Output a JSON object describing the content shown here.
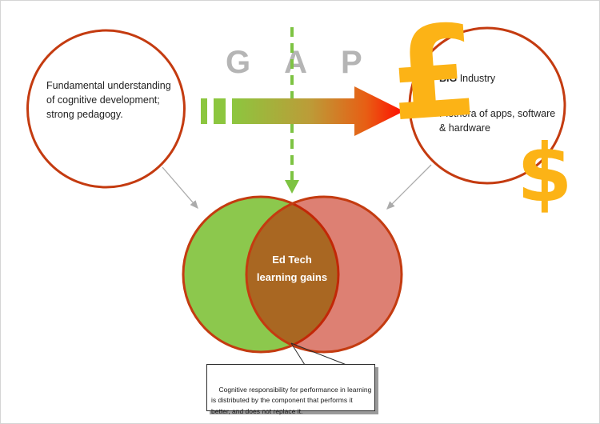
{
  "diagram": {
    "gap_label": "GAP",
    "left_circle": {
      "text": "Fundamental understanding\nof cognitive development;\nstrong pedagogy."
    },
    "right_circle": {
      "title_bold": "BIG",
      "title_rest": " Industry",
      "body": "Plethora of apps, software\n& hardware",
      "pound_symbol": "£",
      "dollar_symbol": "$"
    },
    "venn": {
      "label": "Ed Tech\nlearning gains"
    },
    "callout": {
      "text": "Cognitive responsibility for performance in learning\nis distributed by the component that performs it\nbetter, and does not replace it."
    },
    "colors": {
      "circle_border": "#c43b10",
      "gap_text": "#b5b5b5",
      "arrow_green": "#8cc63f",
      "arrow_mid": "#c08a35",
      "arrow_red": "#ff1500",
      "dashed_line_green": "#7dc342",
      "venn_green_fill": "#8cc84d",
      "venn_red_fill": "#c11800",
      "venn_overlap_brown": "#a96b22",
      "currency_gold": "#fcb316",
      "connector_gray": "#ababab",
      "callout_line": "#2b2b2b"
    }
  }
}
